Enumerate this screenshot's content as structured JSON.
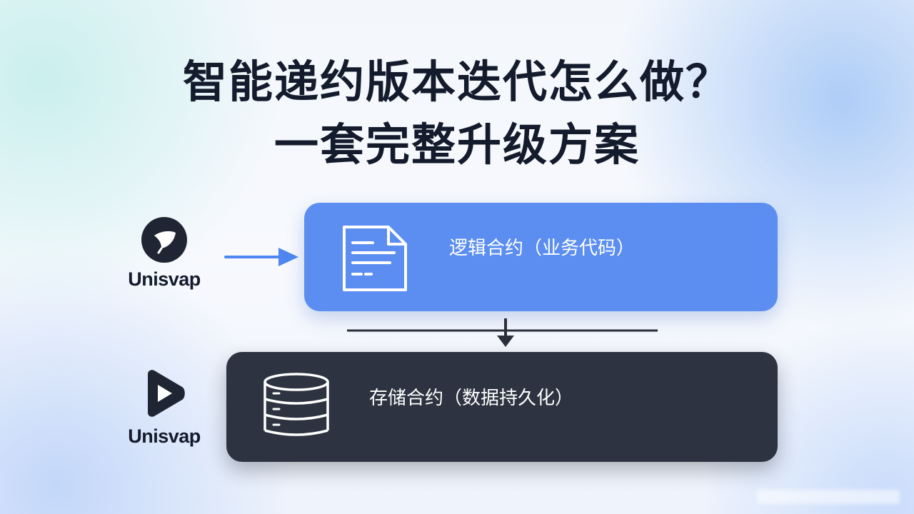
{
  "title": {
    "line1": "智能递约版本迭代怎么做？",
    "line2": "一套完整升级方案"
  },
  "logos": [
    {
      "name": "Unisvap",
      "icon": "leaf-badge-icon"
    },
    {
      "name": "Unisvap",
      "icon": "play-hexagon-icon"
    }
  ],
  "boxes": {
    "logic": {
      "label": "逻辑合约（业务代码）",
      "icon": "document-icon",
      "color": "#5b8ef0"
    },
    "storage": {
      "label": "存储合约（数据持久化）",
      "icon": "database-icon",
      "color": "#2d3340"
    }
  },
  "colors": {
    "arrow": "#4f86ef",
    "title": "#141b2c",
    "connector": "#2a2f3a"
  }
}
